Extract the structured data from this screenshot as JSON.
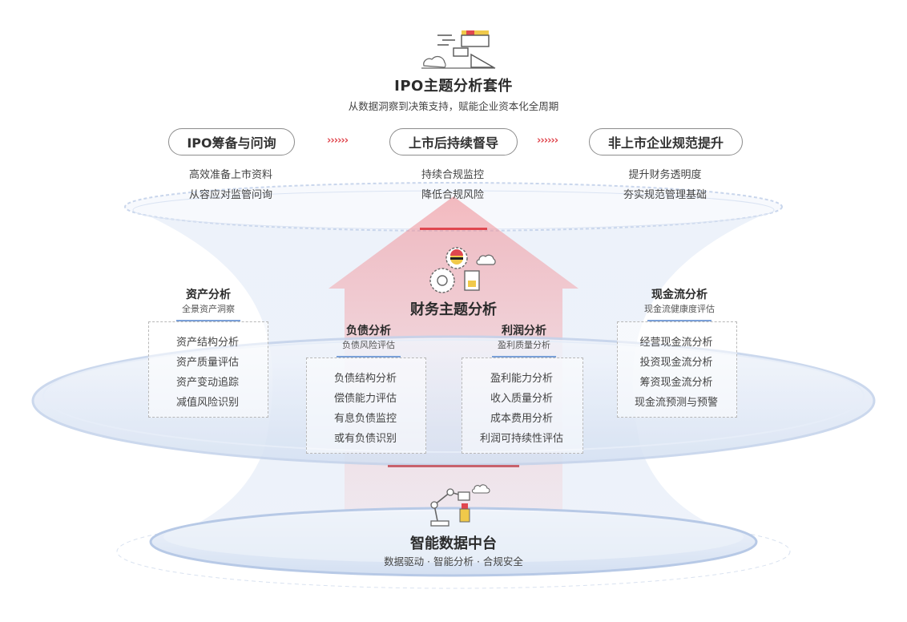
{
  "header": {
    "title": "IPO主题分析套件",
    "subtitle": "从数据洞察到决策支持，赋能企业资本化全周期",
    "icon": "workflow-diagram-icon"
  },
  "stages": [
    {
      "label": "IPO筹备与问询",
      "items": [
        "高效准备上市资料",
        "从容应对监管问询"
      ]
    },
    {
      "label": "上市后持续督导",
      "items": [
        "持续合规监控",
        "降低合规风险"
      ]
    },
    {
      "label": "非上市企业规范提升",
      "items": [
        "提升财务透明度",
        "夯实规范管理基础"
      ]
    }
  ],
  "flow_arrows": "››››››",
  "middle": {
    "title": "财务主题分析",
    "icon": "gears-document-icon"
  },
  "modules": [
    {
      "title": "资产分析",
      "subtitle": "全景资产洞察",
      "items": [
        "资产结构分析",
        "资产质量评估",
        "资产变动追踪",
        "减值风险识别"
      ]
    },
    {
      "title": "负债分析",
      "subtitle": "负债风险评估",
      "items": [
        "负债结构分析",
        "偿债能力评估",
        "有息负债监控",
        "或有负债识别"
      ]
    },
    {
      "title": "利润分析",
      "subtitle": "盈利质量分析",
      "items": [
        "盈利能力分析",
        "收入质量分析",
        "成本费用分析",
        "利润可持续性评估"
      ]
    },
    {
      "title": "现金流分析",
      "subtitle": "现金流健康度评估",
      "items": [
        "经营现金流分析",
        "投资现金流分析",
        "筹资现金流分析",
        "现金流预测与预警"
      ]
    }
  ],
  "base": {
    "title": "智能数据中台",
    "subtitle": "数据驱动 · 智能分析 · 合规安全",
    "icon": "robot-arm-icon"
  },
  "colors": {
    "accent_red": "#e0474f",
    "accent_blue": "#7aa0d8",
    "disc_blue": "#c9d8ef"
  }
}
